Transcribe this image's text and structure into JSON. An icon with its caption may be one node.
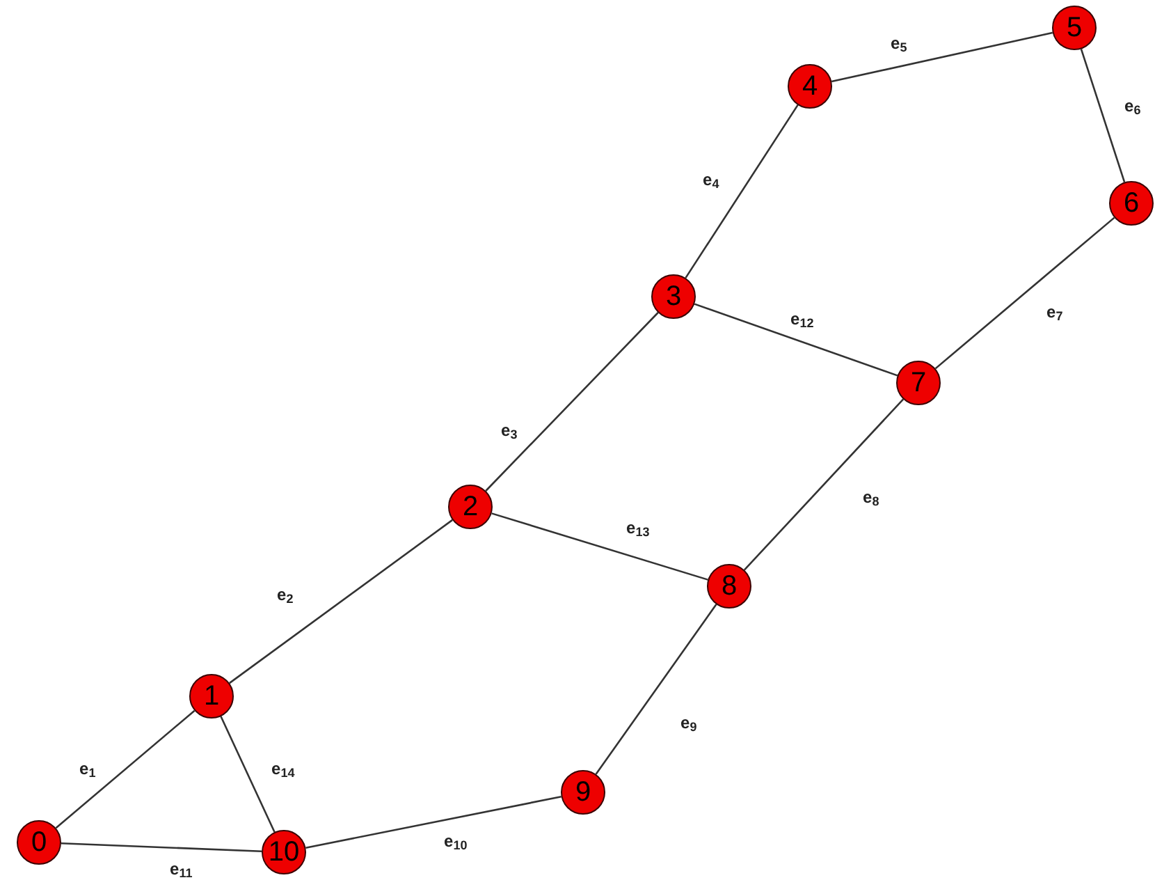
{
  "diagram": {
    "nodes": [
      {
        "text": [
          "0"
        ]
      },
      {
        "text": [
          "1"
        ]
      },
      {
        "text": [
          "2"
        ]
      },
      {
        "text": [
          "3"
        ]
      },
      {
        "text": [
          "4"
        ]
      },
      {
        "text": [
          "5"
        ]
      },
      {
        "text": [
          "6"
        ]
      },
      {
        "text": [
          "7"
        ]
      },
      {
        "text": [
          "8"
        ]
      },
      {
        "text": [
          "9"
        ]
      },
      {
        "text": [
          "10"
        ]
      }
    ],
    "edges": [
      {
        "from": 0,
        "to": 1,
        "arrow": "none",
        "label": "e$_{1}$"
      },
      {
        "from": 1,
        "to": 2,
        "arrow": "none",
        "label": "e$_{2}$"
      },
      {
        "from": 2,
        "to": 3,
        "arrow": "none",
        "label": "e$_{3}$"
      },
      {
        "from": 3,
        "to": 4,
        "arrow": "none",
        "label": "e$_{4}$"
      },
      {
        "from": 4,
        "to": 5,
        "arrow": "none",
        "label": "e$_{5}$"
      },
      {
        "from": 5,
        "to": 6,
        "arrow": "none",
        "label": "e$_{6}$"
      },
      {
        "from": 6,
        "to": 7,
        "arrow": "none",
        "label": "e$_{7}$"
      },
      {
        "from": 7,
        "to": 8,
        "arrow": "none",
        "label": "e$_{8}$"
      },
      {
        "from": 8,
        "to": 9,
        "arrow": "none",
        "label": "e$_{9}$"
      },
      {
        "from": 9,
        "to": 10,
        "arrow": "none",
        "label": "e$_{10}$"
      },
      {
        "from": 0,
        "to": 10,
        "arrow": "none",
        "label": "e$_{11}$"
      },
      {
        "from": 3,
        "to": 7,
        "arrow": "none",
        "label": "e$_{12}$"
      },
      {
        "from": 2,
        "to": 8,
        "arrow": "none",
        "label": "e$_{13}$"
      },
      {
        "from": 1,
        "to": 10,
        "arrow": "none",
        "label": "e$_{14}$"
      }
    ]
  }
}
